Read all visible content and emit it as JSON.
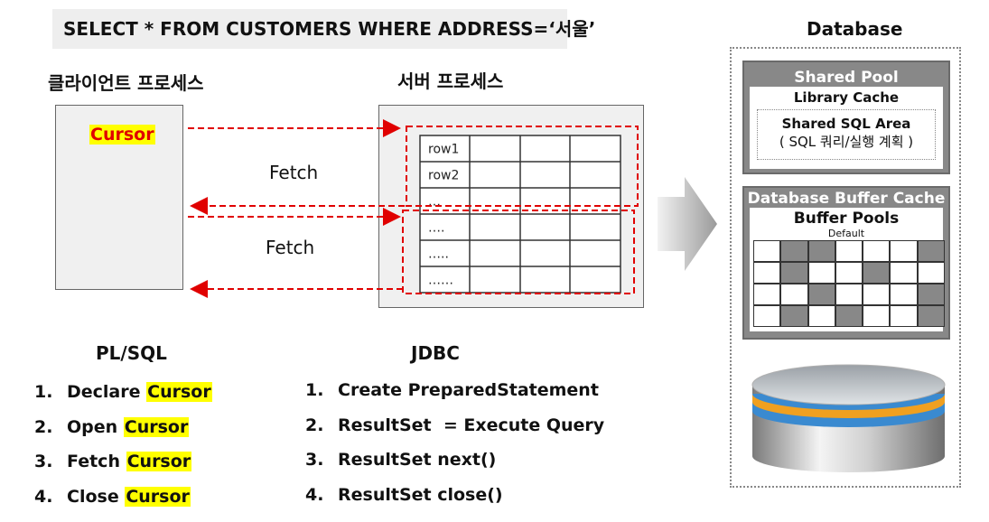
{
  "sql": "SELECT * FROM CUSTOMERS WHERE ADDRESS=‘서울’",
  "client": {
    "title": "클라이언트 프로세스",
    "cursor": "Cursor"
  },
  "server": {
    "title": "서버 프로세스",
    "rows": [
      "row1",
      "row2",
      "…",
      "….",
      "…..",
      "……"
    ]
  },
  "fetch": [
    "Fetch",
    "Fetch"
  ],
  "plsql": {
    "title": "PL/SQL",
    "items": [
      {
        "num": "1.",
        "verb": "Declare",
        "obj": "Cursor"
      },
      {
        "num": "2.",
        "verb": "Open",
        "obj": "Cursor"
      },
      {
        "num": "3.",
        "verb": "Fetch",
        "obj": "Cursor"
      },
      {
        "num": "4.",
        "verb": "Close",
        "obj": "Cursor"
      }
    ]
  },
  "jdbc": {
    "title": "JDBC",
    "items": [
      {
        "num": "1.",
        "text": "Create PreparedStatement"
      },
      {
        "num": "2.",
        "text": "ResultSet  = Execute Query"
      },
      {
        "num": "3.",
        "text": "ResultSet next()"
      },
      {
        "num": "4.",
        "text": "ResultSet close()"
      }
    ]
  },
  "database": {
    "title": "Database",
    "shared_pool": {
      "title": "Shared Pool",
      "library_cache": "Library Cache",
      "sql_area": "Shared SQL Area",
      "sql_area_note": "( SQL 쿼리/실행 계획 )"
    },
    "buffer_cache": {
      "title": "Database Buffer Cache",
      "pools_title": "Buffer Pools",
      "pools_sub": "Default",
      "grid": [
        [
          0,
          1,
          1,
          0,
          0,
          0,
          1
        ],
        [
          0,
          1,
          0,
          0,
          1,
          0,
          0
        ],
        [
          0,
          0,
          1,
          0,
          0,
          0,
          1
        ],
        [
          0,
          1,
          0,
          1,
          0,
          0,
          1
        ]
      ]
    }
  },
  "colors": {
    "arrow": "#e00000",
    "highlight": "#ffff00",
    "panel": "#888888",
    "cell_dark": "#888888"
  }
}
